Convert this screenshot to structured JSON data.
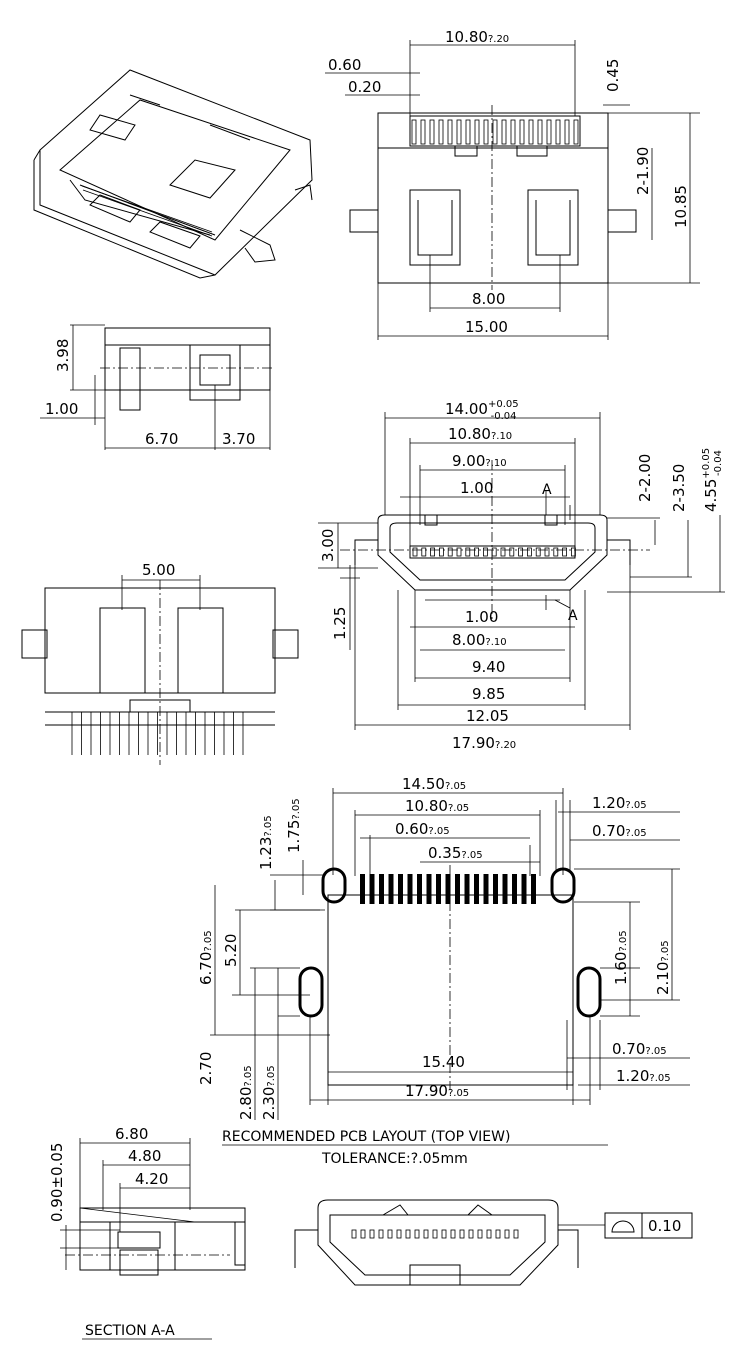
{
  "top_view": {
    "dim_pitch_span": "10.80",
    "tol_pitch_span": "?.20",
    "dim_pin_width_060": "0.60",
    "dim_pin_gap_020": "0.20",
    "dim_045": "0.45",
    "dim_190": "2-1.90",
    "dim_1085": "10.85",
    "dim_800": "8.00",
    "dim_1500": "15.00"
  },
  "side_view": {
    "dim_398": "3.98",
    "dim_100": "1.00",
    "dim_670": "6.70",
    "dim_370": "3.70"
  },
  "front_view": {
    "dim_1400": "14.00",
    "tol_1400_plus": "+0.05",
    "tol_1400_minus": "-0.04",
    "dim_1080": "10.80",
    "tol_1080": "?.10",
    "dim_900": "9.00",
    "tol_900": "?.10",
    "dim_100_top": "1.00",
    "section_mark_top": "A",
    "dim_200": "2-2.00",
    "dim_350": "2-3.50",
    "dim_455": "4.55",
    "tol_455_plus": "+0.05",
    "tol_455_minus": "-0.04",
    "dim_300": "3.00",
    "dim_125": "1.25",
    "dim_100_bot": "1.00",
    "section_mark_bot": "A",
    "dim_800": "8.00",
    "tol_800": "?.10",
    "dim_940": "9.40",
    "dim_985": "9.85",
    "dim_1205": "12.05",
    "dim_1790": "17.90",
    "tol_1790": "?.20"
  },
  "bottom_view": {
    "dim_500": "5.00"
  },
  "pcb_layout": {
    "dim_1450": "14.50",
    "dim_1080": "10.80",
    "dim_060": "0.60",
    "dim_035": "0.35",
    "dim_120_top": "1.20",
    "dim_070_top": "0.70",
    "dim_123": "1.23",
    "dim_175": "1.75",
    "dim_670": "6.70",
    "dim_520": "5.20",
    "dim_160": "1.60",
    "dim_210": "2.10",
    "dim_270": "2.70",
    "dim_280": "2.80",
    "dim_230": "2.30",
    "dim_1540": "15.40",
    "dim_1790": "17.90",
    "dim_070_bot": "0.70",
    "dim_120_bot": "1.20",
    "tol_005": "?.05",
    "title": "RECOMMENDED PCB LAYOUT (TOP VIEW)",
    "tolerance": "TOLERANCE:?.05mm"
  },
  "section": {
    "dim_680": "6.80",
    "dim_480": "4.80",
    "dim_420": "4.20",
    "dim_090": "0.90±0.05",
    "label": "SECTION A-A"
  },
  "flatness": {
    "value": "0.10"
  }
}
